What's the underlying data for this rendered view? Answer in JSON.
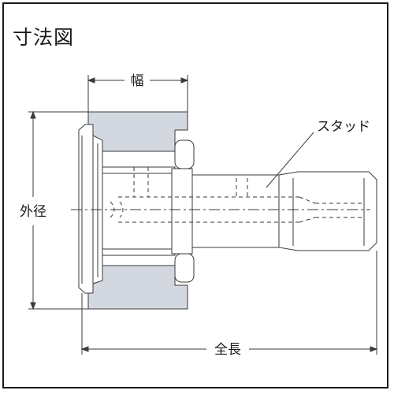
{
  "title": "寸法図",
  "labels": {
    "width": "幅",
    "outer_diameter": "外径",
    "stud": "スタッド",
    "overall_length": "全長"
  },
  "colors": {
    "outer_ring_fill": "#d3d8e0",
    "line": "#3a3a3a",
    "background": "#ffffff"
  }
}
